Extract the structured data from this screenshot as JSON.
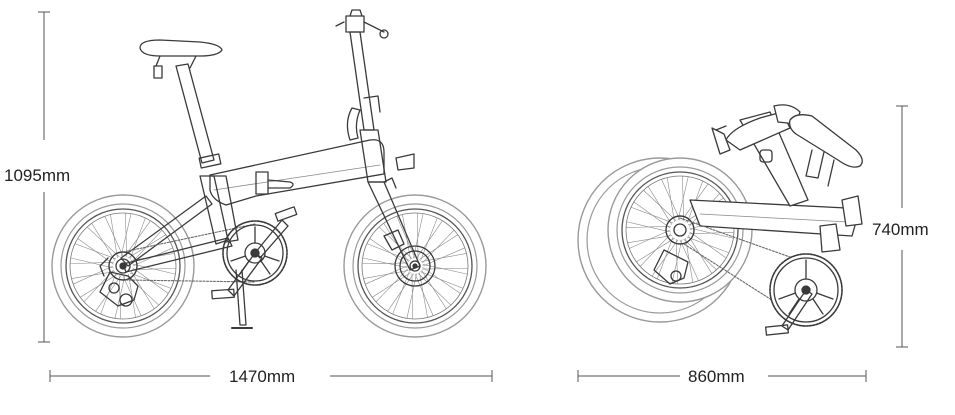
{
  "dimensions": {
    "unfolded_height": "1095mm",
    "unfolded_length": "1470mm",
    "folded_height": "740mm",
    "folded_length": "860mm"
  },
  "colors": {
    "line": "#3a3a3a",
    "dim_line": "#555555",
    "tire": "#bdbdbd",
    "background": "#ffffff"
  }
}
